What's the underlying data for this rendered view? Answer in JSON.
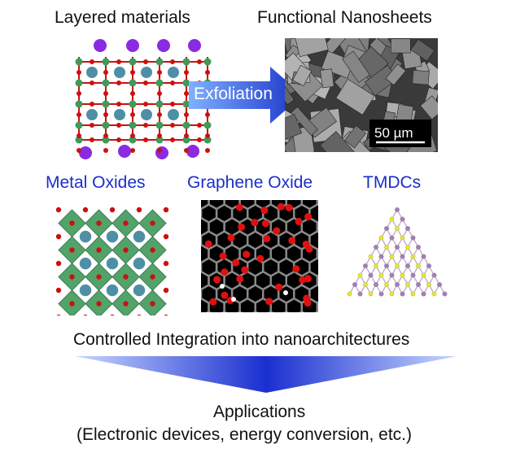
{
  "top": {
    "layered_title": "Layered materials",
    "nanosheet_title": "Functional Nanosheets",
    "arrow_label": "Exfoliation",
    "scale_bar": "50 µm"
  },
  "materials": {
    "metal_oxides": "Metal Oxides",
    "graphene_oxide": "Graphene Oxide",
    "tmdcs": "TMDCs"
  },
  "integration_text": "Controlled Integration into nanoarchitectures",
  "applications": {
    "title": "Applications",
    "detail": "(Electronic devices, energy conversion, etc.)"
  },
  "colors": {
    "label_blue": "#1a2fc8",
    "arrow_blue": "#1e3fd6",
    "octahedron_green": "#3f9a5a",
    "oxygen_red": "#cc1010",
    "cation_teal": "#4f8fa6",
    "interlayer_purple": "#8a2be2",
    "sulfur_yellow": "#e8e830",
    "metal_lilac": "#a080b0"
  }
}
